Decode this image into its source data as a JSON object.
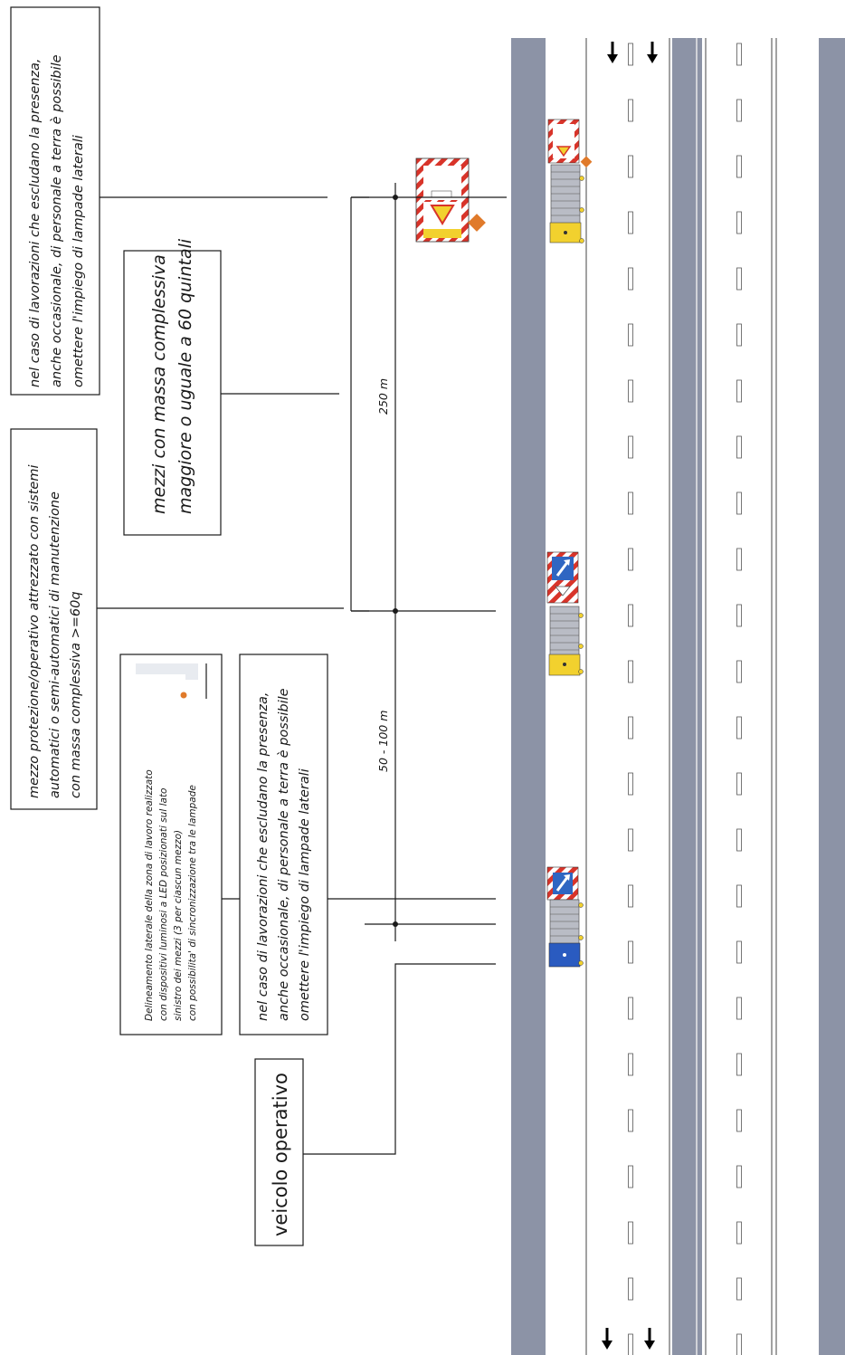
{
  "notes": {
    "note_top_line1": "nel caso di lavorazioni che escludano la presenza,",
    "note_top_line2": "anche occasionale, di personale a terra è possibile",
    "note_top_line3": "omettere l'impiego di lampade laterali",
    "note_mass_line1": "mezzi con massa complessiva",
    "note_mass_line2": "maggiore o uguale a 60 quintali",
    "note_protection_line1": "mezzo protezione/operativo attrezzato con sistemi",
    "note_protection_line2": "automatici o semi-automatici di manutenzione",
    "note_protection_line3": "con massa complessiva >=60q",
    "note_delineation_line1": "Delineamento laterale della zona di lavoro realizzato",
    "note_delineation_line2": "con dispositivi luminosi a LED posizionati sul lato",
    "note_delineation_line3": "sinistro dei mezzi (3 per ciascun mezzo)",
    "note_delineation_line4": "con possibilita' di sincronizzazione tra le lampade",
    "note_bottom_line1": "nel caso di lavorazioni che escludano la presenza,",
    "note_bottom_line2": "anche occasionale, di personale a terra è possibile",
    "note_bottom_line3": "omettere l'impiego di lampade laterali",
    "operative_vehicle": "veicolo operativo"
  },
  "distances": {
    "d_250": "250 m",
    "d_50_100": "50 - 100 m"
  },
  "colors": {
    "road_gray": "#8c93a6",
    "vehicle_yellow": "#f2d12e",
    "vehicle_blue": "#2a5bc0",
    "warning_red": "#d8342a",
    "lamp_orange": "#e07a2a",
    "sign_blue": "#2f66c2"
  },
  "icons": {
    "direction_arrows": "arrow-down-icon",
    "warning_panel": "chevron-warning-panel-icon",
    "lateral_lamp": "led-lamp-icon"
  }
}
